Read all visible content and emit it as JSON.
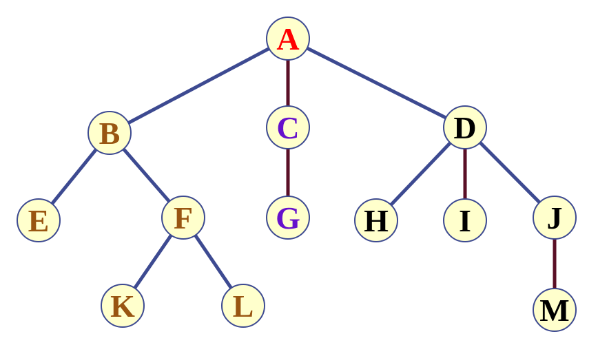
{
  "tree": {
    "nodes": [
      {
        "id": "A",
        "label": "A",
        "color": "#ff0000"
      },
      {
        "id": "B",
        "label": "B",
        "color": "#995511"
      },
      {
        "id": "C",
        "label": "C",
        "color": "#6611cc"
      },
      {
        "id": "D",
        "label": "D",
        "color": "#000000"
      },
      {
        "id": "E",
        "label": "E",
        "color": "#995511"
      },
      {
        "id": "F",
        "label": "F",
        "color": "#995511"
      },
      {
        "id": "G",
        "label": "G",
        "color": "#6611cc"
      },
      {
        "id": "H",
        "label": "H",
        "color": "#000000"
      },
      {
        "id": "I",
        "label": "I",
        "color": "#000000"
      },
      {
        "id": "J",
        "label": "J",
        "color": "#000000"
      },
      {
        "id": "K",
        "label": "K",
        "color": "#995511"
      },
      {
        "id": "L",
        "label": "L",
        "color": "#995511"
      },
      {
        "id": "M",
        "label": "M",
        "color": "#000000"
      }
    ],
    "edges": [
      {
        "from": "A",
        "to": "B",
        "color": "#3d4a91"
      },
      {
        "from": "A",
        "to": "C",
        "color": "#5a0f26"
      },
      {
        "from": "A",
        "to": "D",
        "color": "#3d4a91"
      },
      {
        "from": "B",
        "to": "E",
        "color": "#3d4a91"
      },
      {
        "from": "B",
        "to": "F",
        "color": "#3d4a91"
      },
      {
        "from": "C",
        "to": "G",
        "color": "#5a0f26"
      },
      {
        "from": "D",
        "to": "H",
        "color": "#3d4a91"
      },
      {
        "from": "D",
        "to": "I",
        "color": "#5a0f26"
      },
      {
        "from": "D",
        "to": "J",
        "color": "#3d4a91"
      },
      {
        "from": "F",
        "to": "K",
        "color": "#3d4a91"
      },
      {
        "from": "F",
        "to": "L",
        "color": "#3d4a91"
      },
      {
        "from": "J",
        "to": "M",
        "color": "#5a0f26"
      }
    ],
    "node_fill": "#ffffcc",
    "node_stroke": "#3d4a91"
  }
}
